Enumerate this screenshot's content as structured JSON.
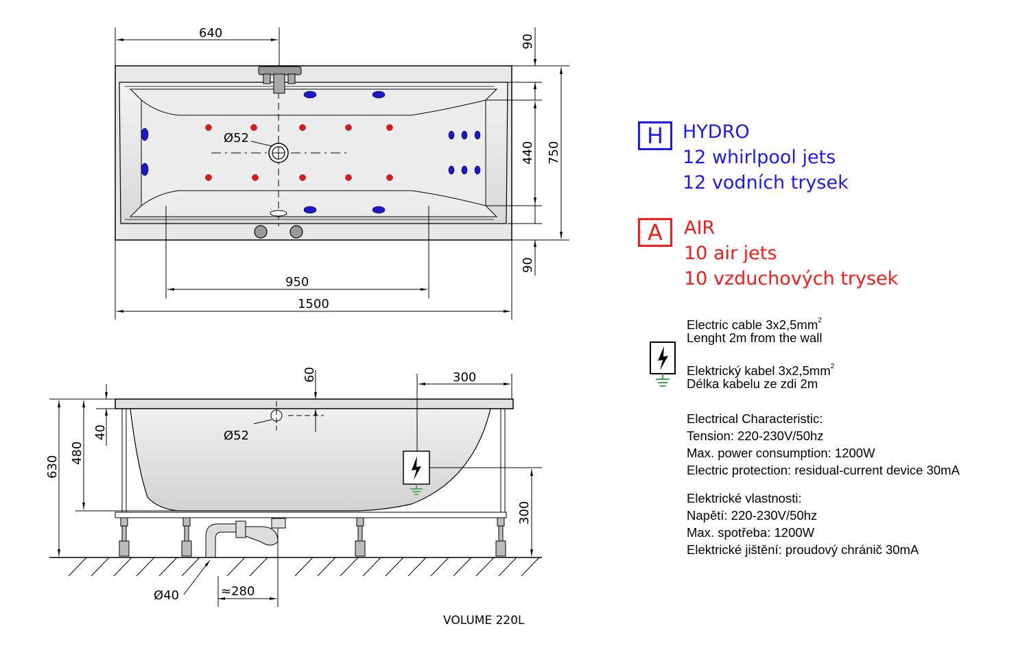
{
  "top_view": {
    "dim_640": "640",
    "dim_90_top": "90",
    "dim_440": "440",
    "dim_750": "750",
    "dim_90_bottom": "90",
    "dim_950": "950",
    "dim_1500": "1500",
    "dim_d52": "Ø52"
  },
  "side_view": {
    "dim_60": "60",
    "dim_300_top": "300",
    "dim_40": "40",
    "dim_480": "480",
    "dim_630": "630",
    "dim_300_right": "300",
    "dim_d52": "Ø52",
    "dim_d40": "Ø40",
    "dim_280": "≈280",
    "volume": "VOLUME 220L"
  },
  "hydro": {
    "badge": "H",
    "title": "HYDRO",
    "line1": "12 whirlpool jets",
    "line2": "12 vodních trysek",
    "color": "#1a1aff"
  },
  "air": {
    "badge": "A",
    "title": "AIR",
    "line1": "10 air jets",
    "line2": "10 vzduchových trysek",
    "color": "#ff1a1a"
  },
  "electric": {
    "cable_en": "Electric cable 3x2,5mm",
    "cable_en_sup": "2",
    "length_en": "Lenght 2m from the wall",
    "cable_cz": "Elektrický kabel 3x2,5mm",
    "cable_cz_sup": "2",
    "length_cz": "Délka kabelu ze zdi 2m",
    "icon": "electric-hazard-icon"
  },
  "characteristics_en": {
    "title": "Electrical Characteristic:",
    "tension": "Tension: 220-230V/50hz",
    "power": "Max. power consumption: 1200W",
    "protection": "Electric protection: residual-current device 30mA"
  },
  "characteristics_cz": {
    "title": "Elektrické vlastnosti:",
    "tension": "Napětí: 220-230V/50hz",
    "power": "Max. spotřeba: 1200W",
    "protection": "Elektrické jištění: proudový chránič 30mA"
  }
}
